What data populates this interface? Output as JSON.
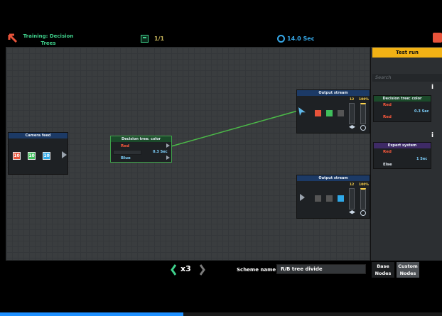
{
  "header": {
    "training_title": "Training: Decision Trees",
    "counter": "1/1",
    "timer": "14.0 Sec"
  },
  "canvas": {
    "camera_feed": {
      "title": "Camera feed",
      "values": [
        "10",
        "10",
        "10"
      ]
    },
    "decision_tree_node": {
      "title": "Decision tree: color",
      "row1": "Red",
      "row2": "Blue",
      "time": "0.3 Sec"
    },
    "output_top": {
      "title": "Output stream",
      "count": "12",
      "percent": "100%"
    },
    "output_bottom": {
      "title": "Output stream",
      "count": "12",
      "percent": "100%"
    }
  },
  "panel": {
    "test_run_label": "Test run",
    "search_placeholder": "Search",
    "card1": {
      "title": "Decision tree: color",
      "row1": "Red",
      "row2": "Red",
      "time": "0.3 Sec"
    },
    "card2": {
      "title": "Expert system",
      "row1": "Red",
      "row2": "Else",
      "time": "1 Sec"
    }
  },
  "footer": {
    "speed": "x3",
    "scheme_label": "Scheme name :",
    "scheme_value": "R/B tree divide",
    "tab_base": "Base Nodes",
    "tab_custom": "Custom Nodes",
    "progress": 0.415
  },
  "colors": {
    "accent_green": "#3fd18c",
    "accent_blue": "#36a8e8",
    "test_run": "#f2b215",
    "red": "#e8533a",
    "green": "#3fbf5c",
    "blue": "#2ea8e8"
  }
}
